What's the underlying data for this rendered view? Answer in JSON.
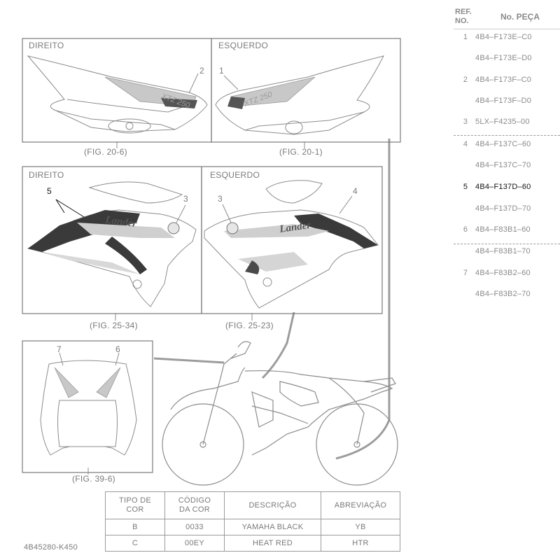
{
  "panels": {
    "top_left": {
      "label": "DIREITO",
      "fig": "(FIG. 20-6)",
      "ref": "2"
    },
    "top_right": {
      "label": "ESQUERDO",
      "fig": "(FIG. 20-1)",
      "ref": "1"
    },
    "mid_left": {
      "label": "DIREITO",
      "fig": "(FIG. 25-34)",
      "ref_a": "5",
      "ref_b": "3"
    },
    "mid_right": {
      "label": "ESQUERDO",
      "fig": "(FIG. 25-23)",
      "ref_a": "3",
      "ref_b": "4"
    },
    "front": {
      "fig": "(FIG. 39-6)",
      "ref_a": "7",
      "ref_b": "6"
    }
  },
  "parts_list": {
    "header_ref": "REF. NO.",
    "header_ref_line1": "REF.",
    "header_ref_line2": "NO.",
    "header_part": "No. PEÇA",
    "rows": [
      {
        "ref": "1",
        "part": "4B4–F173E–C0",
        "highlight": false
      },
      {
        "ref": "",
        "part": "4B4–F173E–D0",
        "highlight": false
      },
      {
        "ref": "2",
        "part": "4B4–F173F–C0",
        "highlight": false
      },
      {
        "ref": "",
        "part": "4B4–F173F–D0",
        "highlight": false
      },
      {
        "ref": "3",
        "part": "5LX–F4235–00",
        "highlight": false
      },
      {
        "ref": "4",
        "part": "4B4–F137C–60",
        "highlight": false
      },
      {
        "ref": "",
        "part": "4B4–F137C–70",
        "highlight": false
      },
      {
        "ref": "5",
        "part": "4B4–F137D–60",
        "highlight": true
      },
      {
        "ref": "",
        "part": "4B4–F137D–70",
        "highlight": false
      },
      {
        "ref": "6",
        "part": "4B4–F83B1–60",
        "highlight": false
      },
      {
        "ref": "",
        "part": "4B4–F83B1–70",
        "highlight": false
      },
      {
        "ref": "7",
        "part": "4B4–F83B2–60",
        "highlight": false
      },
      {
        "ref": "",
        "part": "4B4–F83B2–70",
        "highlight": false
      }
    ]
  },
  "color_table": {
    "headers": [
      "TIPO DE COR",
      "CÓDIGO DA COR",
      "DESCRIÇÃO",
      "ABREVIAÇÃO"
    ],
    "header_lines": [
      [
        "TIPO DE",
        "COR"
      ],
      [
        "CÓDIGO",
        "DA COR"
      ],
      [
        "DESCRIÇÃO"
      ],
      [
        "ABREVIAÇÃO"
      ]
    ],
    "rows": [
      [
        "B",
        "0033",
        "YAMAHA BLACK",
        "YB"
      ],
      [
        "C",
        "00EY",
        "HEAT RED",
        "HTR"
      ]
    ]
  },
  "diagram_code": "4B45280-K450",
  "decal_texts": {
    "side_cover": "XTZ 250",
    "tank": "Lander"
  },
  "colors": {
    "line": "#8c8c8c",
    "grey_fill": "#bdbdbd",
    "dark_fill": "#333333",
    "text": "#7a7a7a",
    "highlight": "#111111"
  }
}
